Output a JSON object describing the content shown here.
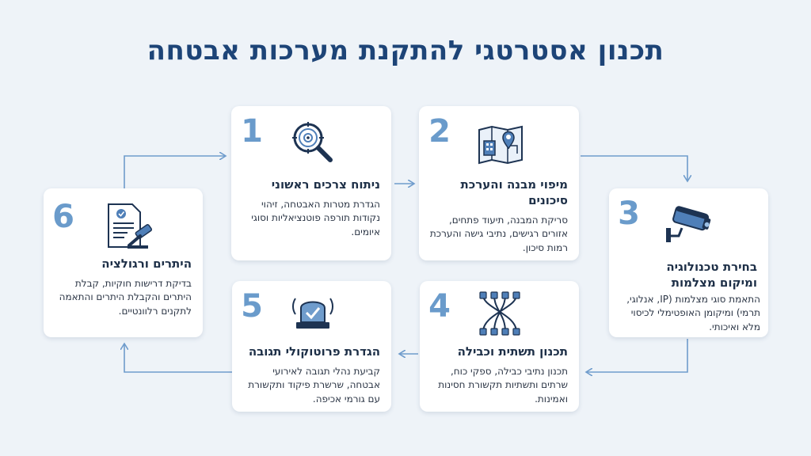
{
  "title": "תכנון אסטרטגי להתקנת מערכות אבטחה",
  "colors": {
    "title": "#1d4477",
    "accent": "#6a9bcb",
    "icon_dark": "#1d3352",
    "icon_blue": "#4f7fb8",
    "background": "#eef3f8"
  },
  "steps": [
    {
      "number": "1",
      "icon": "magnifier-target-icon",
      "title": "ניתוח צרכים ראשוני",
      "desc": "הגדרת מטרות האבטחה, זיהוי נקודות תורפה פוטנציאליות וסוגי איומים."
    },
    {
      "number": "2",
      "icon": "floor-plan-map-pin-icon",
      "title": "מיפוי מבנה והערכת סיכונים",
      "desc": "סריקת המבנה, תיעוד פתחים, אזורים רגישים, נתיבי גישה והערכת רמות סיכון."
    },
    {
      "number": "3",
      "icon": "security-camera-icon",
      "title": "בחירת טכנולוגיה ומיקום מצלמות",
      "desc": "התאמת סוגי מצלמות (IP, אנלוגי, תרמי) ומיקומן האופטימלי לכיסוי מלא ואיכותי."
    },
    {
      "number": "4",
      "icon": "cables-connectors-icon",
      "title": "תכנון תשתית וכבילה",
      "desc": "תכנון נתיבי כבילה, ספקי כוח, שרתים ותשתיות תקשורת חסינות ואמינות."
    },
    {
      "number": "5",
      "icon": "alarm-siren-icon",
      "title": "הגדרת פרוטוקולי תגובה",
      "desc": "קביעת נהלי תגובה לאירועי אבטחה, שרשרת פיקוד ותקשורת עם גורמי אכיפה."
    },
    {
      "number": "6",
      "icon": "document-gavel-icon",
      "title": "היתרים ורגולציה",
      "desc": "בדיקת דרישות חוקיות, קבלת היתרים והקבלת היתרים והתאמה לתקנים רלוונטיים."
    }
  ]
}
